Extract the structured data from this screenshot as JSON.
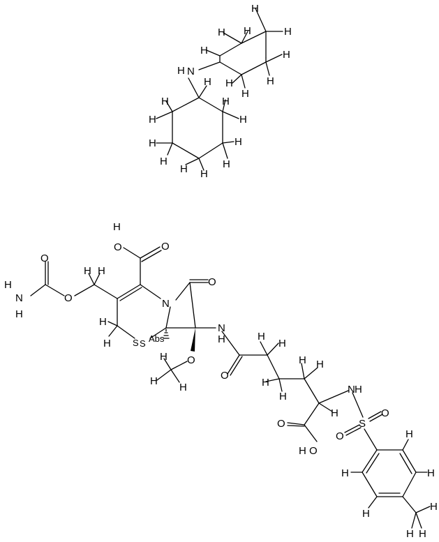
{
  "colors": {
    "background": "#ffffff",
    "ink": "#000000"
  },
  "labels": {
    "H": "H",
    "N": "N",
    "O": "O",
    "S": "S",
    "HN": "HN",
    "NH": "NH",
    "H2N": "H",
    "H2N_N": "N",
    "OH_O": "O",
    "OH_H": "H",
    "Ss": "S",
    "Abs": "Abs",
    "OCH3": "O",
    "SO": "S",
    "O1": "O",
    "O2": "O"
  }
}
